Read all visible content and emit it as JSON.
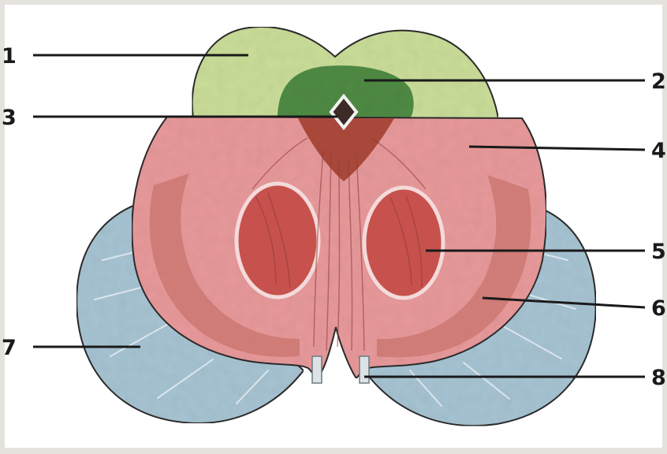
{
  "diagram": {
    "labels": [
      {
        "id": "1",
        "text": "1"
      },
      {
        "id": "2",
        "text": "2"
      },
      {
        "id": "3",
        "text": "3"
      },
      {
        "id": "4",
        "text": "4"
      },
      {
        "id": "5",
        "text": "5"
      },
      {
        "id": "6",
        "text": "6"
      },
      {
        "id": "7",
        "text": "7"
      },
      {
        "id": "8",
        "text": "8"
      }
    ]
  },
  "colors": {
    "tegmentum_light_green": "#c9dc98",
    "dark_green": "#4f8a44",
    "pink_region": "#e7999a",
    "red_nucleus": "#c7524d",
    "dark_red": "#a8483a",
    "blue_region": "#a6c3d2",
    "leader_line": "#1a1a1a"
  }
}
